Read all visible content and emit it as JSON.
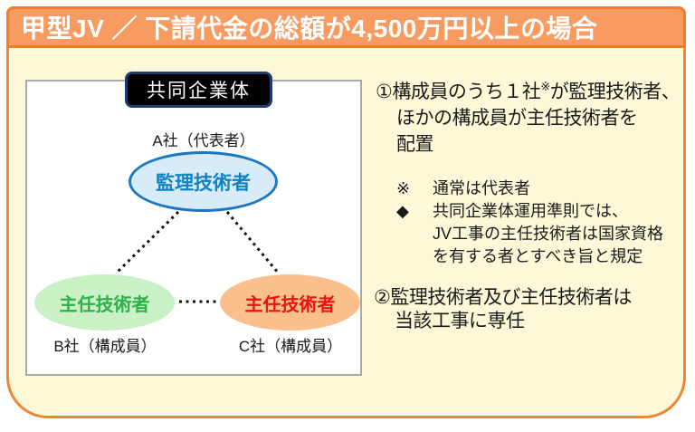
{
  "title": "甲型JV ／ 下請代金の総額が4,500万円以上の場合",
  "diagram": {
    "group_label": "共同企業体",
    "company_a_label": "A社（代表者）",
    "company_b_label": "B社（構成員）",
    "company_c_label": "C社（構成員）",
    "supervising_engineer": "監理技術者",
    "chief_engineer_b": "主任技術者",
    "chief_engineer_c": "主任技術者"
  },
  "notes": {
    "item1_line1_pre": "①構成員のうち１社",
    "item1_line1_sup": "※",
    "item1_line1_post": "が監理技術者、",
    "item1_line2": "ほかの構成員が主任技術者を",
    "item1_line3": "配置",
    "bullets": [
      {
        "marker": "※",
        "text": "通常は代表者"
      },
      {
        "marker": "◆",
        "text": "共同企業体運用準則では、"
      },
      {
        "marker": "",
        "text": "JV工事の主任技術者は国家資格"
      },
      {
        "marker": "",
        "text": "を有する者とすべき旨と規定"
      }
    ],
    "item2_line1": "②監理技術者及び主任技術者は",
    "item2_line2": "当該工事に専任"
  },
  "colors": {
    "frame_border": "#F28430",
    "title_bar_fill": "#F89B60",
    "panel_fill": "#FDF9D8",
    "diagram_box_border": "#AAAAAA",
    "group_label_fill": "#000000",
    "group_label_border": "#1F3C6E",
    "supervising_fill": "#D8EBF8",
    "supervising_border": "#1C77C3",
    "supervising_text": "#0C83C9",
    "chief_b_fill": "#C9F1C5",
    "chief_b_text": "#2FB04C",
    "chief_c_fill": "#F9C08E",
    "chief_c_text": "#EE1111",
    "connector_color": "#111111",
    "body_text": "#1A1A1A"
  }
}
